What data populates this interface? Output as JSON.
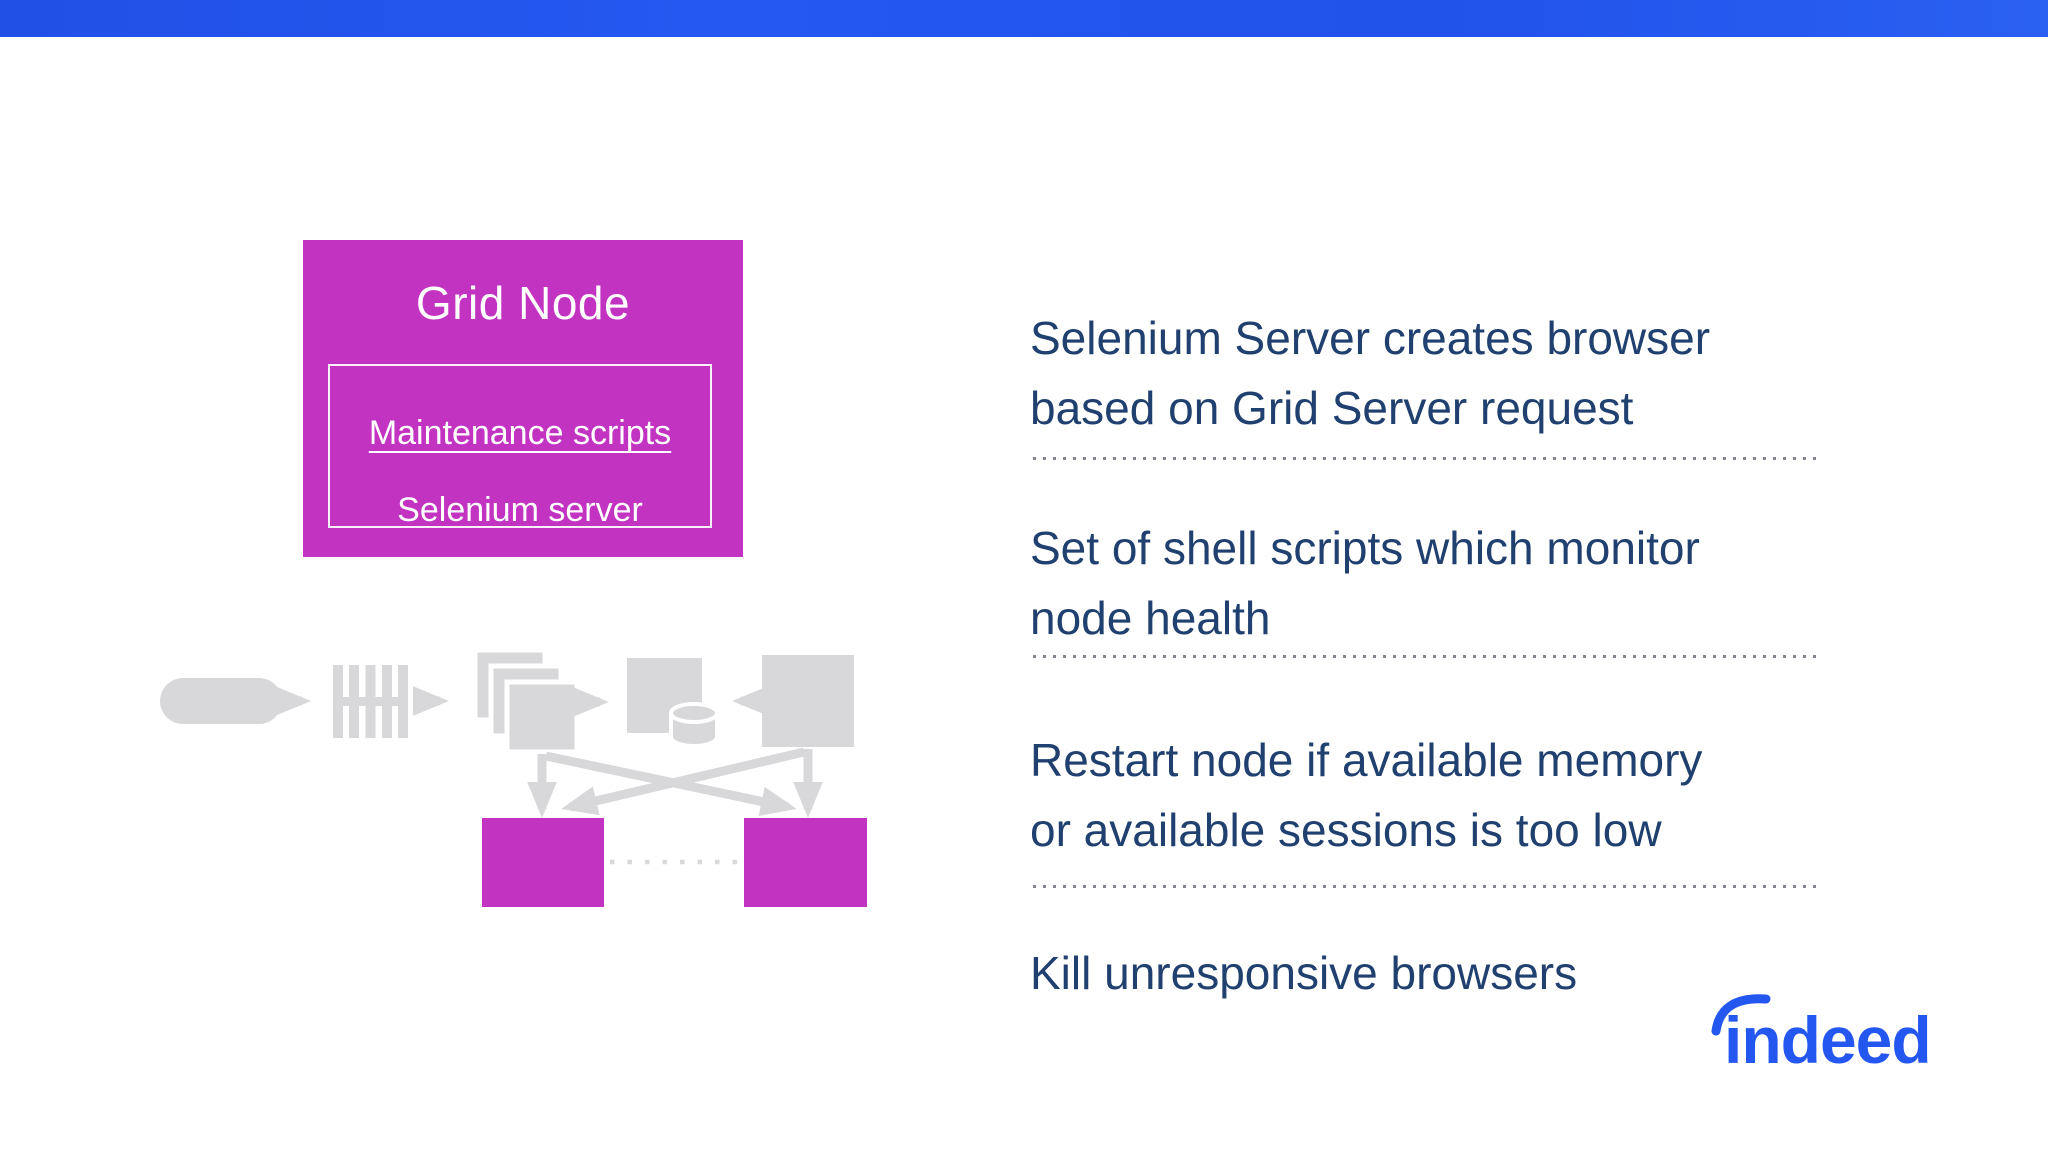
{
  "top_bar": {
    "color": "#2353ee"
  },
  "grid_node_box": {
    "title": "Grid Node",
    "fill": "#c233c2",
    "components": [
      {
        "label": "Maintenance scripts",
        "underlined": true
      },
      {
        "label": "Selenium server",
        "underlined": false
      }
    ]
  },
  "diagram": {
    "shape_fill": "#d8d8da",
    "node_fill": "#c233c2",
    "pipeline_icons": [
      "pill-node-icon",
      "queue-icon",
      "document-stack-icon",
      "server-db-icon",
      "server-box-icon"
    ],
    "browser_nodes": [
      "browser-node-left",
      "browser-node-right"
    ]
  },
  "notes": [
    {
      "lines": [
        "Selenium Server creates browser",
        "based on Grid Server request"
      ]
    },
    {
      "lines": [
        "Set of shell scripts which monitor",
        "node health"
      ]
    },
    {
      "lines": [
        "Restart node if available memory",
        "or available sessions is too low"
      ]
    },
    {
      "lines": [
        "Kill unresponsive browsers"
      ]
    }
  ],
  "text_color": "#20406f",
  "logo": {
    "text": "indeed",
    "color": "#2456f0"
  }
}
